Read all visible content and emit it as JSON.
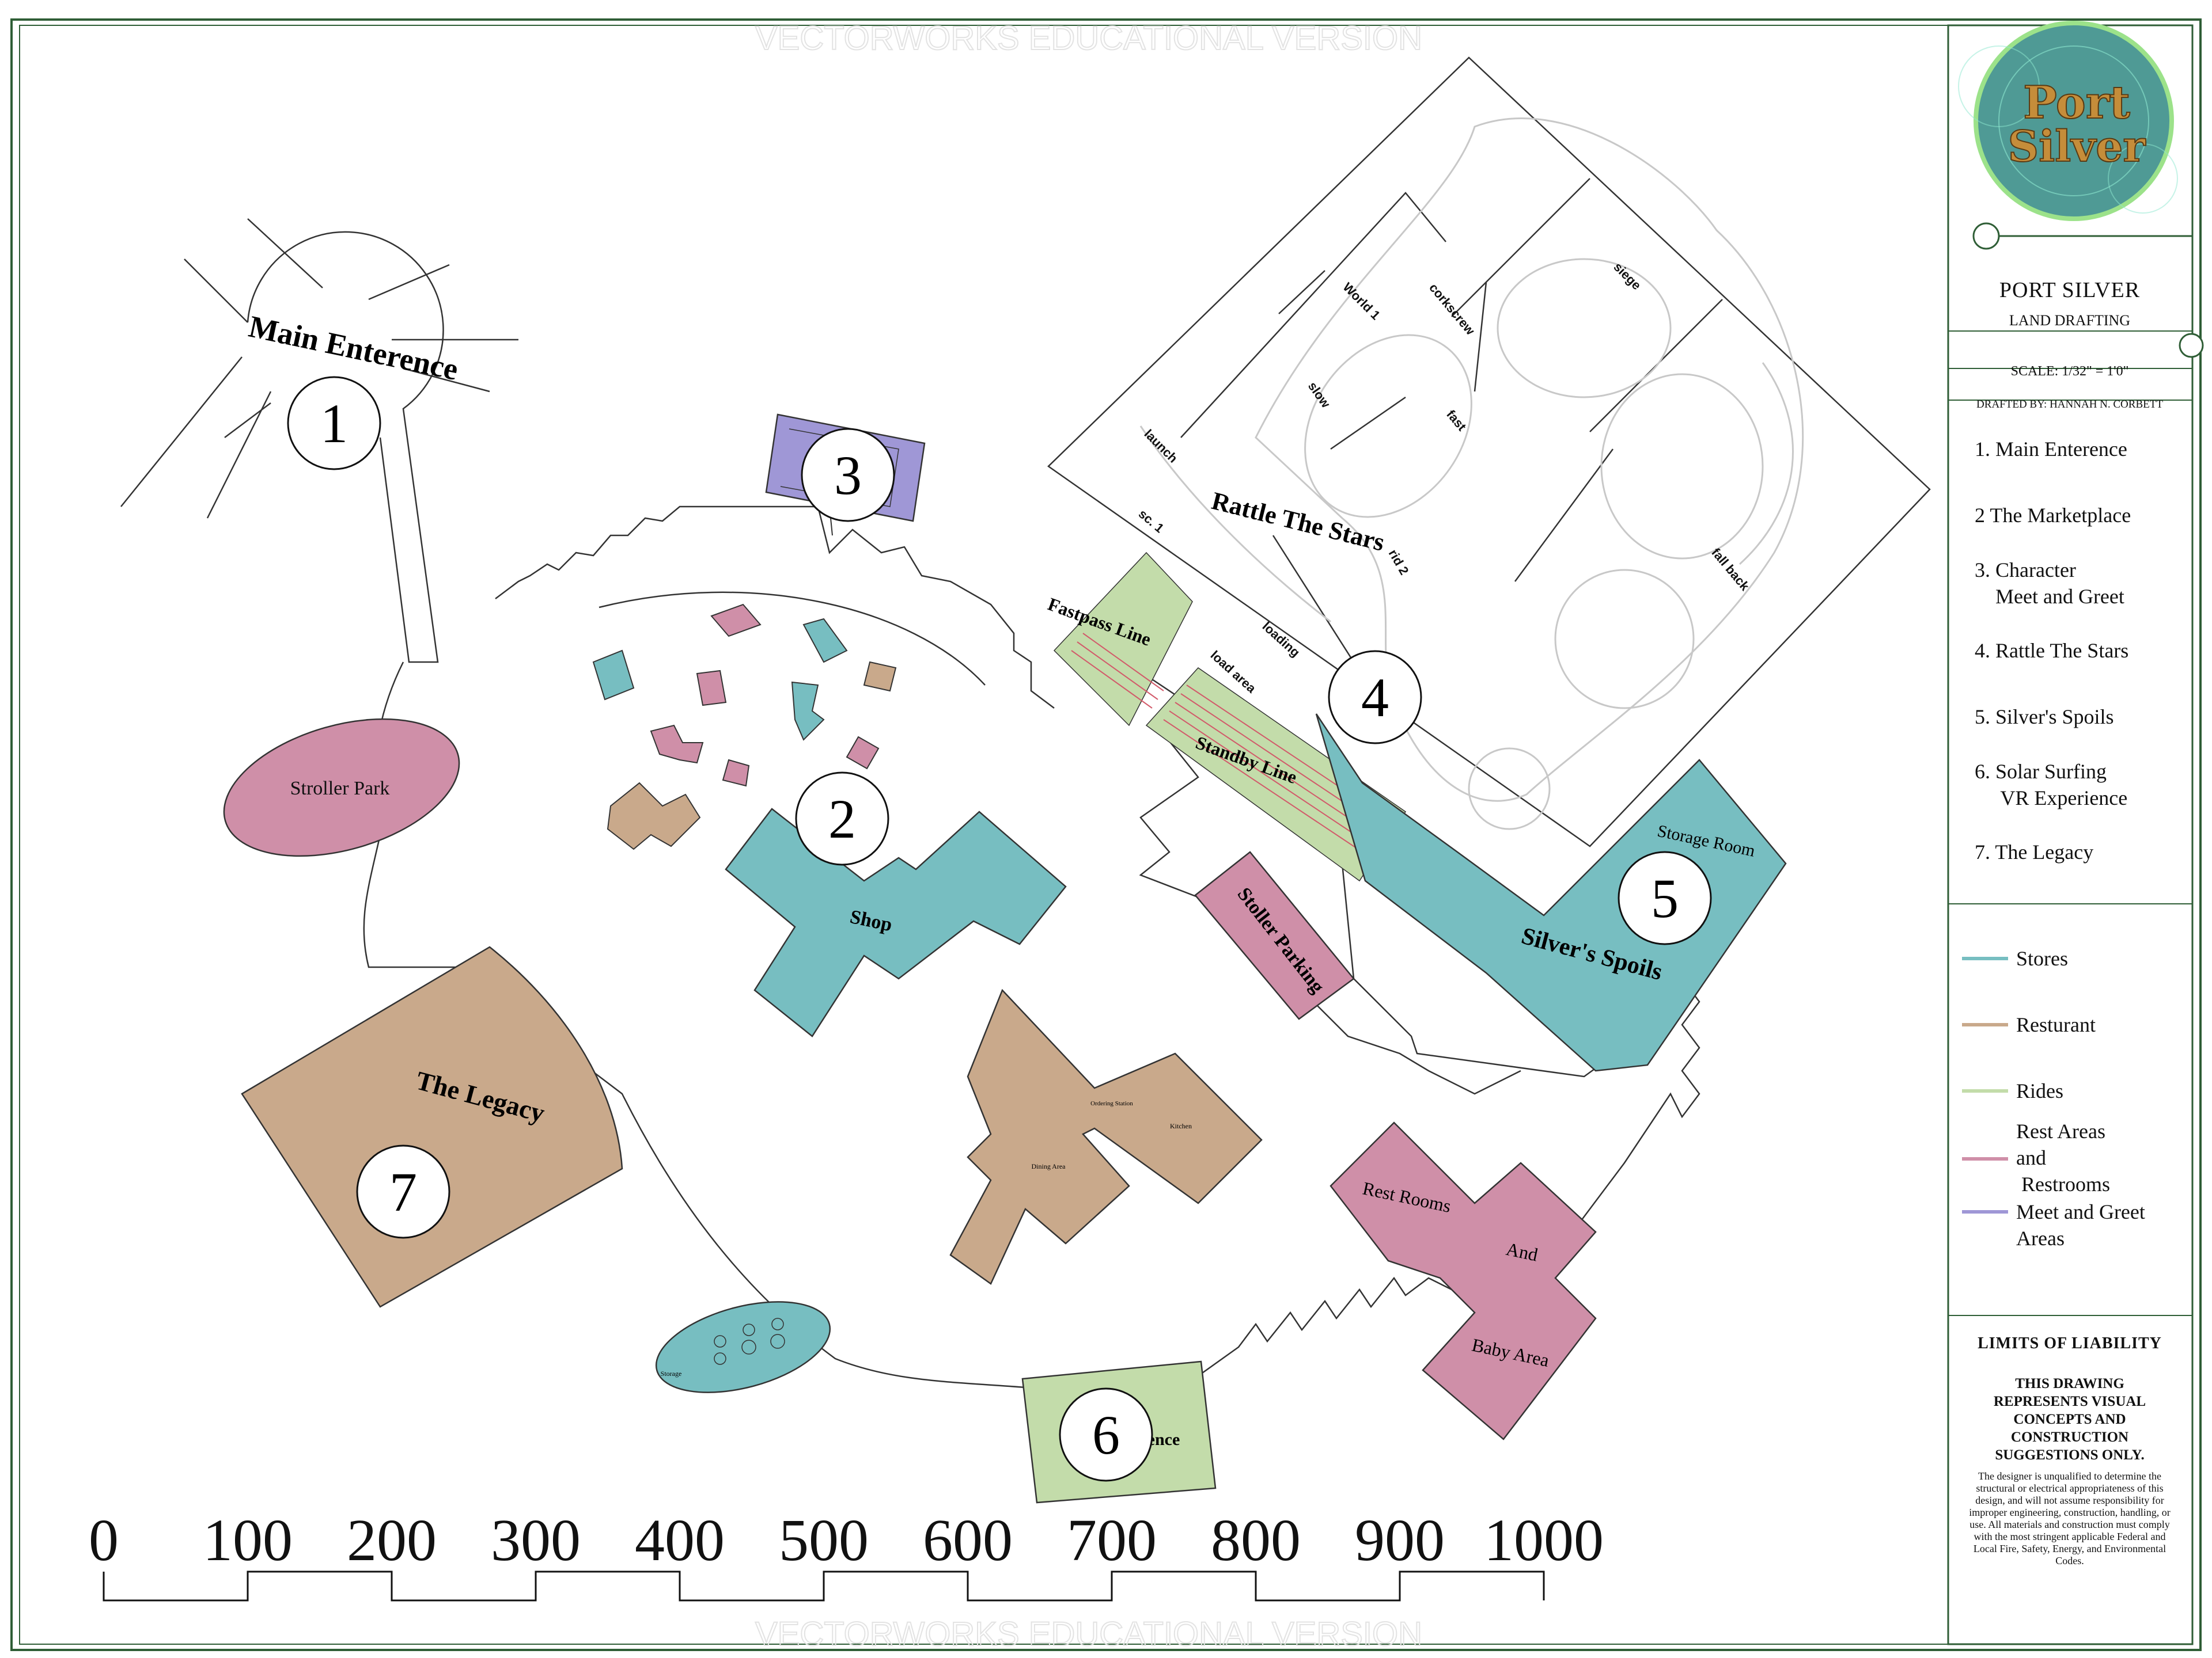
{
  "map": {
    "title": "Rattle The Stars",
    "watermark": "VECTORWORKS EDUCATIONAL VERSION",
    "labels": {
      "main_entrance": "Main Enterence",
      "stroller_park": "Stroller Park",
      "shop": "Shop",
      "the_legacy": "The Legacy",
      "rattle_the_stars": "Rattle The Stars",
      "fastpass_line": "Fastpass Line",
      "standby_line": "Standby Line",
      "stoller_parking": "Stoller Parking",
      "silvers_spoils": "Silver's Spoils",
      "storage_room": "Storage Room",
      "rest_rooms": "Rest Rooms",
      "and": "And",
      "baby_area": "Baby Area",
      "experience_partial": "ence",
      "dining_area": "Dining Area",
      "kitchen": "Kitchen",
      "ordering_station": "Ordering Station",
      "storage": "Storage",
      "launch": "launch",
      "sc1": "sc. 1",
      "loading": "loading",
      "load_area": "load area",
      "world1": "World 1",
      "corkscrew": "corkscrew",
      "slow": "slow",
      "fast": "fast",
      "siege": "siege",
      "rid2": "rid 2",
      "fall_back": "fall back"
    },
    "markers": [
      "1",
      "2",
      "3",
      "4",
      "5",
      "6",
      "7"
    ],
    "scale_bar": [
      "0",
      "100",
      "200",
      "300",
      "400",
      "500",
      "600",
      "700",
      "800",
      "900",
      "1000"
    ]
  },
  "titleblock": {
    "logo_line1": "Port",
    "logo_line2": "Silver",
    "project": "PORT SILVER",
    "subtitle": "LAND DRAFTING",
    "scale": "SCALE: 1/32\" = 1'0\"",
    "drafted_by": "DRAFTED BY: HANNAH N. CORBETT",
    "key": [
      "1. Main Enterence",
      "2 The Marketplace",
      "3. Character\n    Meet and Greet",
      "4. Rattle The Stars",
      "5. Silver's Spoils",
      "6. Solar Surfing\n     VR Experience",
      "7. The Legacy"
    ],
    "legend": [
      {
        "label": "Stores",
        "color": "#77bec1"
      },
      {
        "label": "Resturant",
        "color": "#c9a98b"
      },
      {
        "label": "Rides",
        "color": "#c3dcaa"
      },
      {
        "label": "Rest Areas\nand\n Restrooms",
        "color": "#cf8fa8"
      },
      {
        "label": "Meet and Greet\nAreas",
        "color": "#9f97d6"
      }
    ],
    "liability_title": "LIMITS OF LIABILITY",
    "liability_bold": "THIS DRAWING REPRESENTS VISUAL CONCEPTS AND CONSTRUCTION SUGGESTIONS ONLY.",
    "liability_text": "The designer is unqualified to determine the structural or electrical appropriateness of this design, and will not assume responsibility for improper engineering, construction, handling, or use. All materials and construction must comply with the most stringent applicable Federal and Local Fire, Safety, Energy, and Environmental Codes."
  },
  "colors": {
    "stores": "#77bec1",
    "restaurant": "#c9a98b",
    "rides": "#c3dcaa",
    "rest": "#cf8fa8",
    "meet": "#9f97d6",
    "border": "#2f5e36"
  }
}
